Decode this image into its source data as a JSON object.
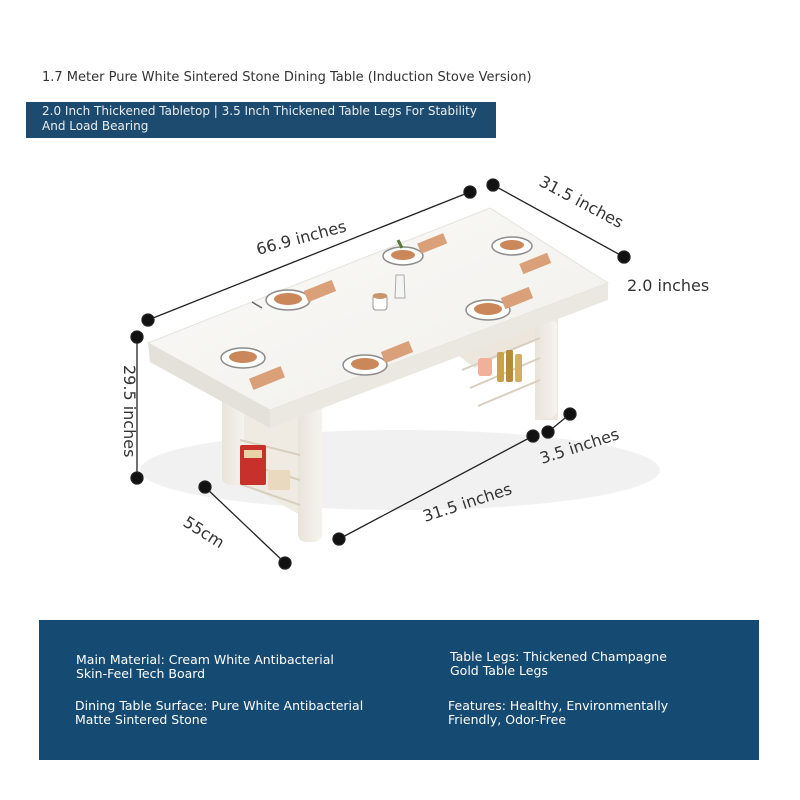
{
  "title": "1.7 Meter Pure White Sintered Stone Dining Table (Induction Stove Version)",
  "banner": {
    "text": "2.0 Inch Thickened Tabletop | 3.5 Inch Thickened Table Legs For Stability And Load Bearing"
  },
  "dimensions": {
    "length": "66.9 inches",
    "depth_top": "31.5 inches",
    "thickness": "2.0 inches",
    "height": "29.5 inches",
    "leg_width": "3.5 inches",
    "depth_bottom": "31.5 inches",
    "metric_depth": "55cm"
  },
  "info": {
    "main_material": "Main Material: Cream White Antibacterial Skin-Feel Tech Board",
    "table_legs": "Table Legs: Thickened Champagne Gold Table Legs",
    "surface": "Dining Table Surface: Pure White Antibacterial Matte Sintered Stone",
    "features": "Features: Healthy, Environmentally Friendly, Odor-Free"
  },
  "colors": {
    "banner": "#1d4b6f",
    "panel": "#154a72",
    "tabletop": "#f7f6f3"
  }
}
